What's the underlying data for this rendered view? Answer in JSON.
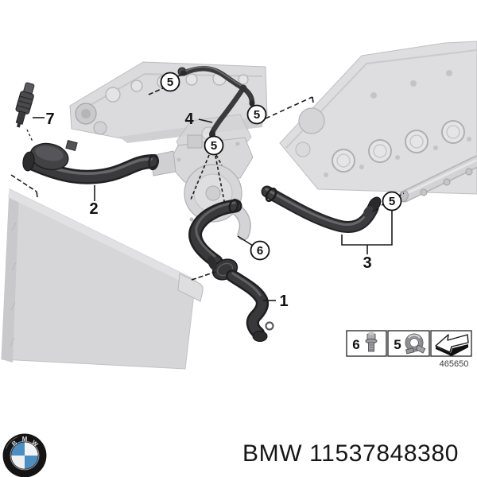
{
  "diagram": {
    "callouts_plain": [
      {
        "label": "7"
      },
      {
        "label": "2"
      },
      {
        "label": "4"
      },
      {
        "label": "1"
      },
      {
        "label": "3"
      }
    ],
    "callouts_circled": [
      {
        "label": "5"
      },
      {
        "label": "5"
      },
      {
        "label": "5"
      },
      {
        "label": "5"
      },
      {
        "label": "6"
      }
    ],
    "legend": {
      "cells": [
        {
          "ref": "6",
          "icon": "flange-bolt-icon"
        },
        {
          "ref": "5",
          "icon": "hose-clamp-icon"
        },
        {
          "ref": "",
          "icon": "direction-arrow-icon"
        }
      ],
      "drawing_number": "465650"
    },
    "colors": {
      "part_gray": "#d7d7d9",
      "hose_dark": "#38383a",
      "line_black": "#1a1a1a",
      "bmw_blue": "#4c8ec1"
    }
  },
  "footer": {
    "brand": "BMW",
    "part_number": "11537848380",
    "logo_letters": [
      "B",
      "M",
      "W"
    ]
  }
}
